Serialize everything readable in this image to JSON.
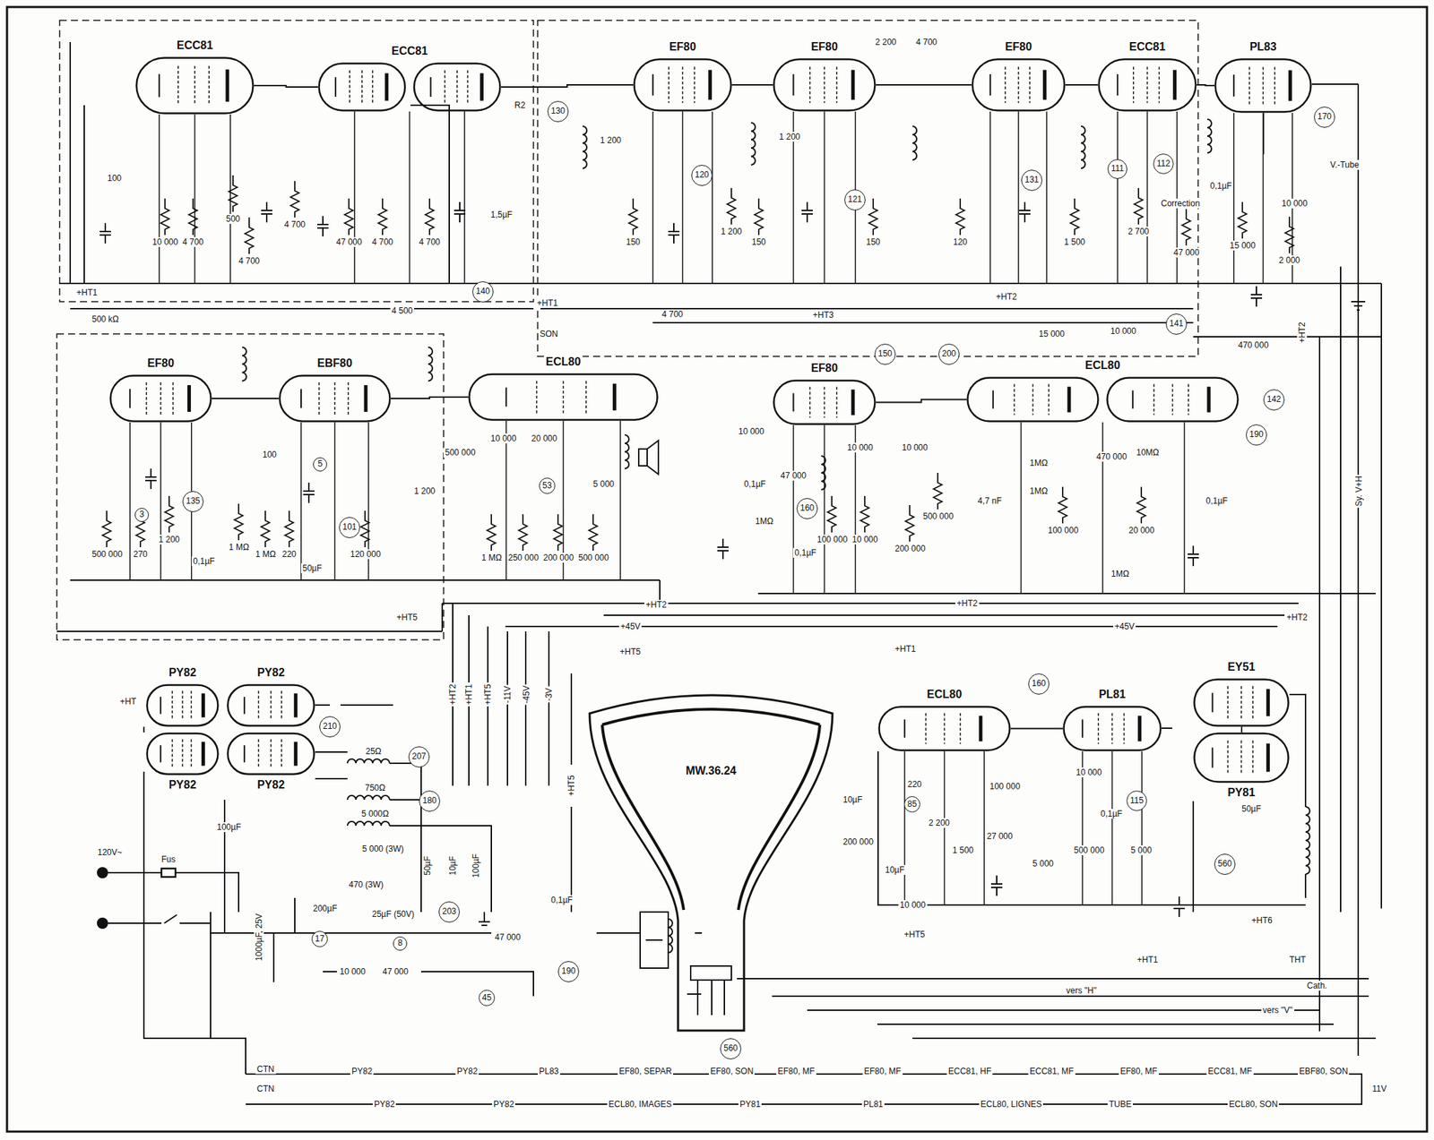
{
  "diagram": {
    "nodes": [
      {
        "text": [
          "ECC81"
        ]
      },
      {
        "text": [
          "ECC81"
        ]
      },
      {
        "text": [
          "EF80"
        ]
      },
      {
        "text": [
          "EF80"
        ]
      },
      {
        "text": [
          "EF80"
        ]
      },
      {
        "text": [
          "ECC81"
        ]
      },
      {
        "text": [
          "PL83"
        ]
      },
      {
        "text": [
          "EF80"
        ]
      },
      {
        "text": [
          "EBF80"
        ]
      },
      {
        "text": [
          "ECL80"
        ]
      },
      {
        "text": [
          "EF80"
        ]
      },
      {
        "text": [
          "ECL80"
        ]
      },
      {
        "text": [
          "PY82"
        ]
      },
      {
        "text": [
          "PY82"
        ]
      },
      {
        "text": [
          "MW.36.24"
        ]
      },
      {
        "text": [
          "EY51"
        ]
      },
      {
        "text": [
          "ECL80"
        ]
      },
      {
        "text": [
          "PL81"
        ]
      },
      {
        "text": [
          "PY82"
        ]
      },
      {
        "text": [
          "PY82"
        ]
      },
      {
        "text": [
          "PY81"
        ]
      }
    ],
    "edges": [
      {
        "from": 0,
        "to": 1,
        "arrow": "none"
      },
      {
        "from": 1,
        "to": 2,
        "arrow": "none"
      },
      {
        "from": 2,
        "to": 3,
        "arrow": "none"
      },
      {
        "from": 3,
        "to": 4,
        "arrow": "none"
      },
      {
        "from": 4,
        "to": 5,
        "arrow": "none"
      },
      {
        "from": 5,
        "to": 6,
        "arrow": "none"
      },
      {
        "from": 7,
        "to": 8,
        "arrow": "none"
      },
      {
        "from": 8,
        "to": 9,
        "arrow": "none"
      },
      {
        "from": 10,
        "to": 11,
        "arrow": "none"
      },
      {
        "from": 16,
        "to": 17,
        "arrow": "none"
      }
    ],
    "labels": [
      "100",
      "10 000",
      "4 700",
      "500",
      "4 700",
      "4 700",
      "47 000",
      "4 700",
      "4 700",
      "1,5µF",
      "R2",
      "1 200",
      "150",
      "1 200",
      "150",
      "1 200",
      "2 200",
      "4 700",
      "150",
      "120",
      "1 500",
      "2 700",
      "Correction",
      "47 000",
      "0,1µF",
      "15 000",
      "10 000",
      "2 000",
      "V.-Tube",
      "+HT1",
      "500 kΩ",
      "4 700",
      "+HT1",
      "+HT3",
      "+HT2",
      "15 000",
      "10 000",
      "470 000",
      "+HT2",
      "4 500",
      "SON",
      "130",
      "120",
      "121",
      "131",
      "111",
      "112",
      "170",
      "140",
      "141",
      "142",
      "500 000",
      "270",
      "1 200",
      "0,1µF",
      "1 MΩ",
      "1 MΩ",
      "220",
      "50µF",
      "120 000",
      "100",
      "1 200",
      "500 000",
      "10 000",
      "20 000",
      "1 MΩ",
      "250 000",
      "200 000",
      "500 000",
      "5 000",
      "3",
      "5",
      "135",
      "101",
      "53",
      "+HT2",
      "+45V",
      "+HT5",
      "+45V",
      "+HT2",
      "+HT2",
      "+HT1",
      "+HT5",
      "10 000",
      "0,1µF",
      "1MΩ",
      "47 000",
      "0,1µF",
      "100 000",
      "10 000",
      "10 000",
      "10 000",
      "200 000",
      "500 000",
      "4,7 nF",
      "1MΩ",
      "1MΩ",
      "100 000",
      "470 000",
      "10MΩ",
      "20 000",
      "1MΩ",
      "0,1µF",
      "Sy. V+H",
      "150",
      "200",
      "190",
      "160",
      "+HT",
      "100µF",
      "25Ω",
      "750Ω",
      "5 000Ω",
      "5 000 (3W)",
      "470 (3W)",
      "200µF",
      "50µF",
      "10µF",
      "100µF",
      "25µF (50V)",
      "1000µF, 25V",
      "10 000",
      "47 000",
      "47 000",
      "120V~",
      "Fus",
      "210",
      "207",
      "180",
      "203",
      "17",
      "8",
      "45",
      "0,1µF",
      "10µF",
      "200 000",
      "10µF",
      "220",
      "10 000",
      "2 200",
      "100 000",
      "1 500",
      "27 000",
      "5 000",
      "10 000",
      "0,1µF",
      "500 000",
      "5 000",
      "50µF",
      "+HT6",
      "+HT5",
      "+HT1",
      "Cath.",
      "vers \"H\"",
      "vers \"V\"",
      "THT",
      "190",
      "560",
      "160",
      "85",
      "115",
      "560",
      "CTN",
      "CTN",
      "PY82",
      "PY82",
      "PL83",
      "EF80, SEPAR",
      "EF80, SON",
      "EF80, MF",
      "EF80, MF",
      "ECC81, HF",
      "ECC81, MF",
      "EF80, MF",
      "ECC81, MF",
      "EBF80, SON",
      "PY82",
      "PY82",
      "ECL80, IMAGES",
      "PY81",
      "PL81",
      "ECL80, LIGNES",
      "TUBE",
      "ECL80, SON",
      "11V",
      "+HT2",
      "+HT1",
      "+HT5",
      "-11V",
      "-45V",
      "-3V",
      "+HT5"
    ]
  }
}
